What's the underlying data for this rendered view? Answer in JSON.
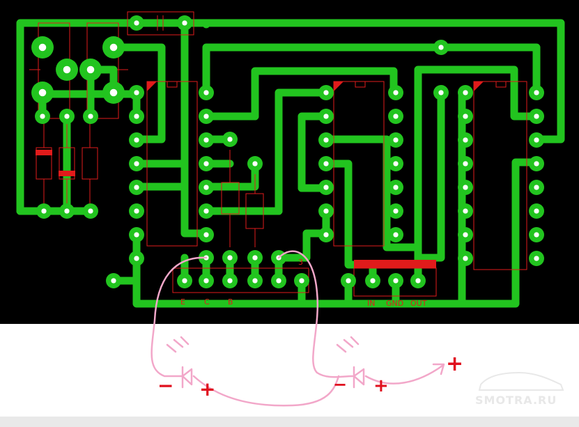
{
  "board": {
    "background": "#000000",
    "trace_color": "#22c41f",
    "outline_color": "#e01b1b",
    "lower_background": "#ffffff",
    "bottom_strip": "#e9e9e9"
  },
  "connector_labels": {
    "e": "E",
    "c": "C",
    "b": "B",
    "three": "3"
  },
  "regulator_labels": {
    "in": "IN",
    "gnd": "GND",
    "out": "OUT"
  },
  "led_markings": {
    "led1_minus": "−",
    "led1_plus": "+",
    "led2_minus": "−",
    "led2_plus": "+",
    "arrow_plus": "+"
  },
  "watermark": {
    "text": "SMOTRA.RU"
  },
  "wire_color": "#f2a7c9"
}
